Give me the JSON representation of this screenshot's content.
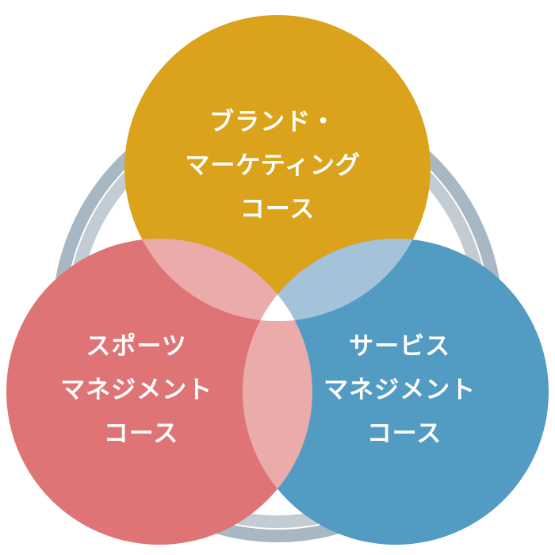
{
  "diagram": {
    "courses": [
      {
        "id": "brand",
        "lines": [
          "ブランド・",
          "マーケティング",
          "コース"
        ],
        "color": "#dba31b"
      },
      {
        "id": "sports",
        "lines": [
          "スポーツ",
          "マネジメント",
          "コース"
        ],
        "color": "#df7476"
      },
      {
        "id": "service",
        "lines": [
          "サービス",
          "マネジメント",
          "コース"
        ],
        "color": "#529bc2"
      }
    ],
    "overlap_colors": {
      "brand_sports": "#ebabaa",
      "brand_service": "#a4c3d9",
      "sports_service": "#ebabaa"
    },
    "ring_colors": {
      "outer": "#a7b7c3",
      "inner": "#c3ccd3"
    }
  }
}
